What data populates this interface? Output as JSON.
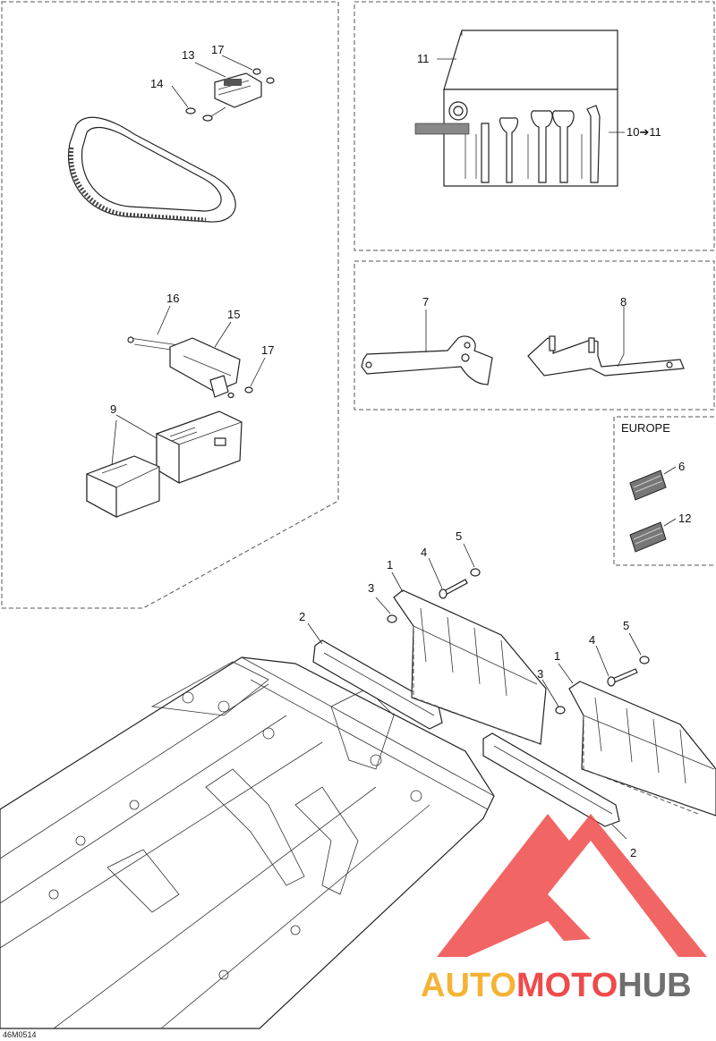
{
  "diagram": {
    "region_label": "EUROPE",
    "drawing_code": "46M0514",
    "callouts": {
      "c1a": "1",
      "c1b": "1",
      "c2a": "2",
      "c2b": "2",
      "c3a": "3",
      "c3b": "3",
      "c4a": "4",
      "c4b": "4",
      "c5a": "5",
      "c5b": "5",
      "c6": "6",
      "c7": "7",
      "c8": "8",
      "c9": "9",
      "c10": "10➔11",
      "c11": "11",
      "c12": "12",
      "c13": "13",
      "c14": "14",
      "c15": "15",
      "c16": "16",
      "c17a": "17",
      "c17b": "17"
    }
  },
  "watermark": {
    "brand_part1": "AUTO",
    "brand_part2": "MOTO",
    "brand_part3": "HUB",
    "color_orange": "#f5b335",
    "color_red": "#f04a4a",
    "color_gray": "#6f6f6f"
  }
}
